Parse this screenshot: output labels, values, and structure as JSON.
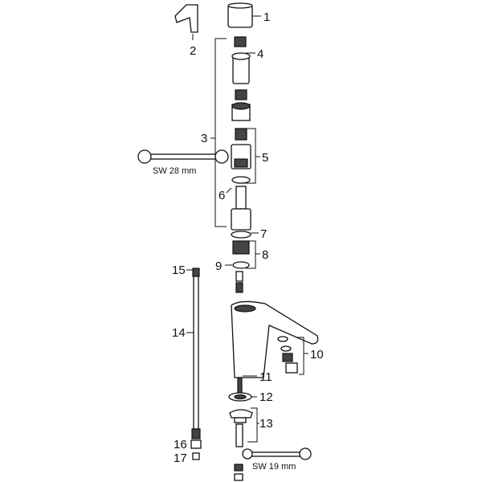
{
  "title": "Exploded parts diagram - basin mixer",
  "labels": {
    "p1": "1",
    "p2": "2",
    "p3": "3",
    "p4": "4",
    "p5": "5",
    "p6": "6",
    "p7": "7",
    "p8": "8",
    "p9": "9",
    "p10": "10",
    "p11": "11",
    "p12": "12",
    "p13": "13",
    "p14": "14",
    "p15": "15",
    "p16": "16",
    "p17": "17"
  },
  "wrenches": {
    "large": "SW 28 mm",
    "small": "SW 19 mm"
  }
}
